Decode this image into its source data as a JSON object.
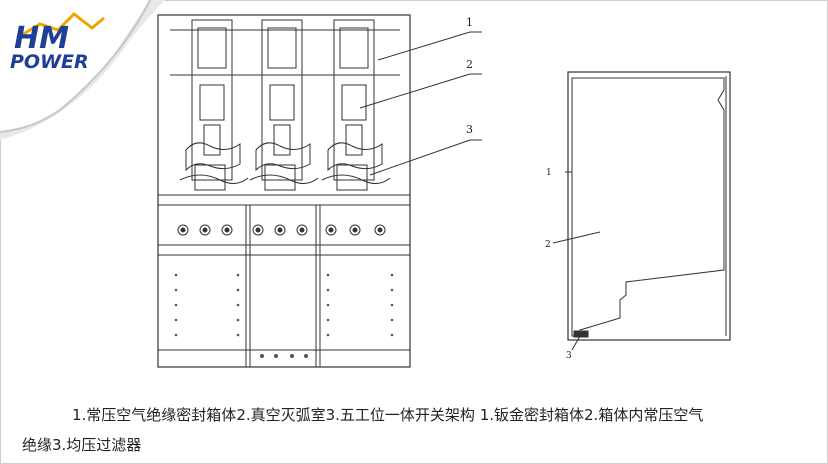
{
  "logo": {
    "line1": "HM",
    "line2": "POWER",
    "color": "#1f3f96"
  },
  "left_figure": {
    "callouts": [
      "1",
      "2",
      "3"
    ]
  },
  "right_figure": {
    "callouts": [
      "1",
      "2",
      "3"
    ]
  },
  "caption": {
    "line1": "1.常压空气绝缘密封箱体2.真空灭弧室3.五工位一体开关架构 1.钣金密封箱体2.箱体内常压空气",
    "line2": "绝缘3.均压过滤器"
  }
}
